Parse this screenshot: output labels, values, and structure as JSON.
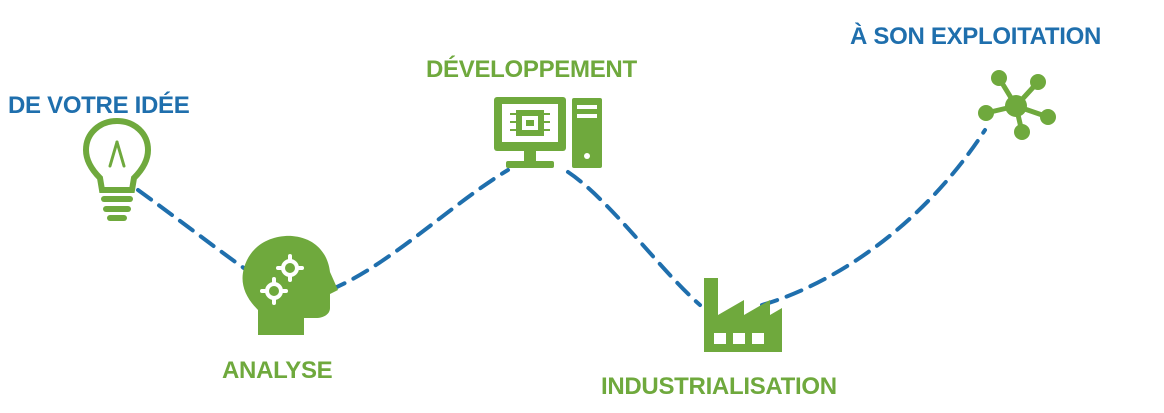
{
  "colors": {
    "accent_blue": "#1f6fad",
    "accent_green": "#6fa93d",
    "path": "#1f6fad"
  },
  "steps": [
    {
      "label": "DE VOTRE IDÉE",
      "icon": "lightbulb-icon",
      "color": "#1f6fad"
    },
    {
      "label": "ANALYSE",
      "icon": "head-gears-icon",
      "color": "#6fa93d"
    },
    {
      "label": "DÉVELOPPEMENT",
      "icon": "computer-chip-icon",
      "color": "#6fa93d"
    },
    {
      "label": "INDUSTRIALISATION",
      "icon": "factory-icon",
      "color": "#6fa93d"
    },
    {
      "label": "À SON EXPLOITATION",
      "icon": "network-hub-icon",
      "color": "#1f6fad"
    }
  ]
}
